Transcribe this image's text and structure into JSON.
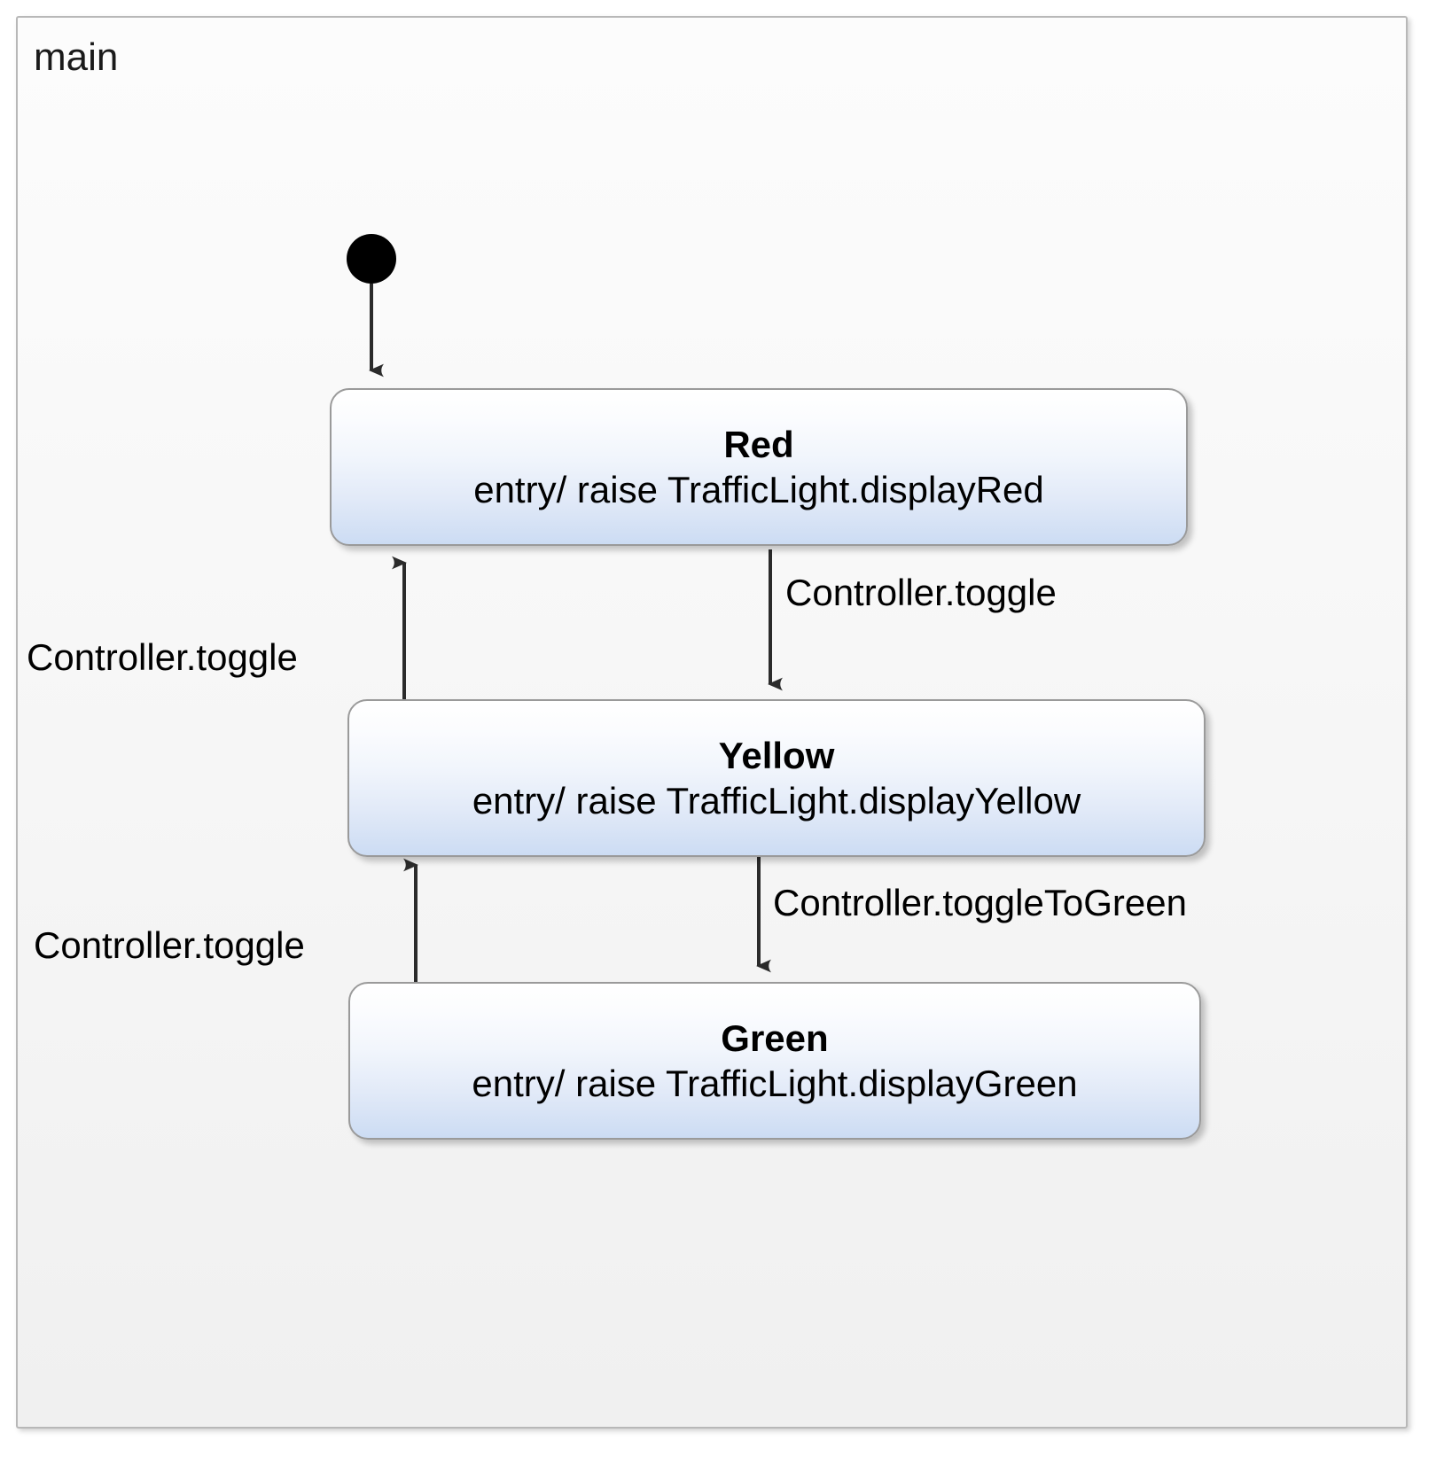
{
  "region": {
    "title": "main",
    "border_color": "#b8b8b8",
    "background": "#f5f5f5"
  },
  "nodes": {
    "initial": {
      "kind": "initial-state",
      "color": "#000000"
    },
    "red": {
      "name": "Red",
      "body": "entry/ raise TrafficLight.displayRed"
    },
    "yellow": {
      "name": "Yellow",
      "body": "entry/ raise TrafficLight.displayYellow"
    },
    "green": {
      "name": "Green",
      "body": "entry/ raise TrafficLight.displayGreen"
    }
  },
  "transitions": [
    {
      "id": "init-to-red",
      "from": "initial",
      "to": "red",
      "label": ""
    },
    {
      "id": "red-to-yellow",
      "from": "red",
      "to": "yellow",
      "label": "Controller.toggle"
    },
    {
      "id": "yellow-to-red",
      "from": "yellow",
      "to": "red",
      "label": "Controller.toggle"
    },
    {
      "id": "yellow-to-green",
      "from": "yellow",
      "to": "green",
      "label": "Controller.toggleToGreen"
    },
    {
      "id": "green-to-yellow",
      "from": "green",
      "to": "yellow",
      "label": "Controller.toggle"
    }
  ],
  "labels": {
    "red_to_yellow": "Controller.toggle",
    "yellow_to_red": "Controller.toggle",
    "yellow_to_green": "Controller.toggleToGreen",
    "green_to_yellow": "Controller.toggle"
  },
  "chart_data": {
    "type": "diagram",
    "diagram_kind": "uml-state-machine",
    "title": "main",
    "states": [
      "Red",
      "Yellow",
      "Green"
    ],
    "edges": [
      {
        "source": "initial",
        "target": "Red",
        "trigger": ""
      },
      {
        "source": "Red",
        "target": "Yellow",
        "trigger": "Controller.toggle"
      },
      {
        "source": "Yellow",
        "target": "Red",
        "trigger": "Controller.toggle"
      },
      {
        "source": "Yellow",
        "target": "Green",
        "trigger": "Controller.toggleToGreen"
      },
      {
        "source": "Green",
        "target": "Yellow",
        "trigger": "Controller.toggle"
      }
    ]
  }
}
